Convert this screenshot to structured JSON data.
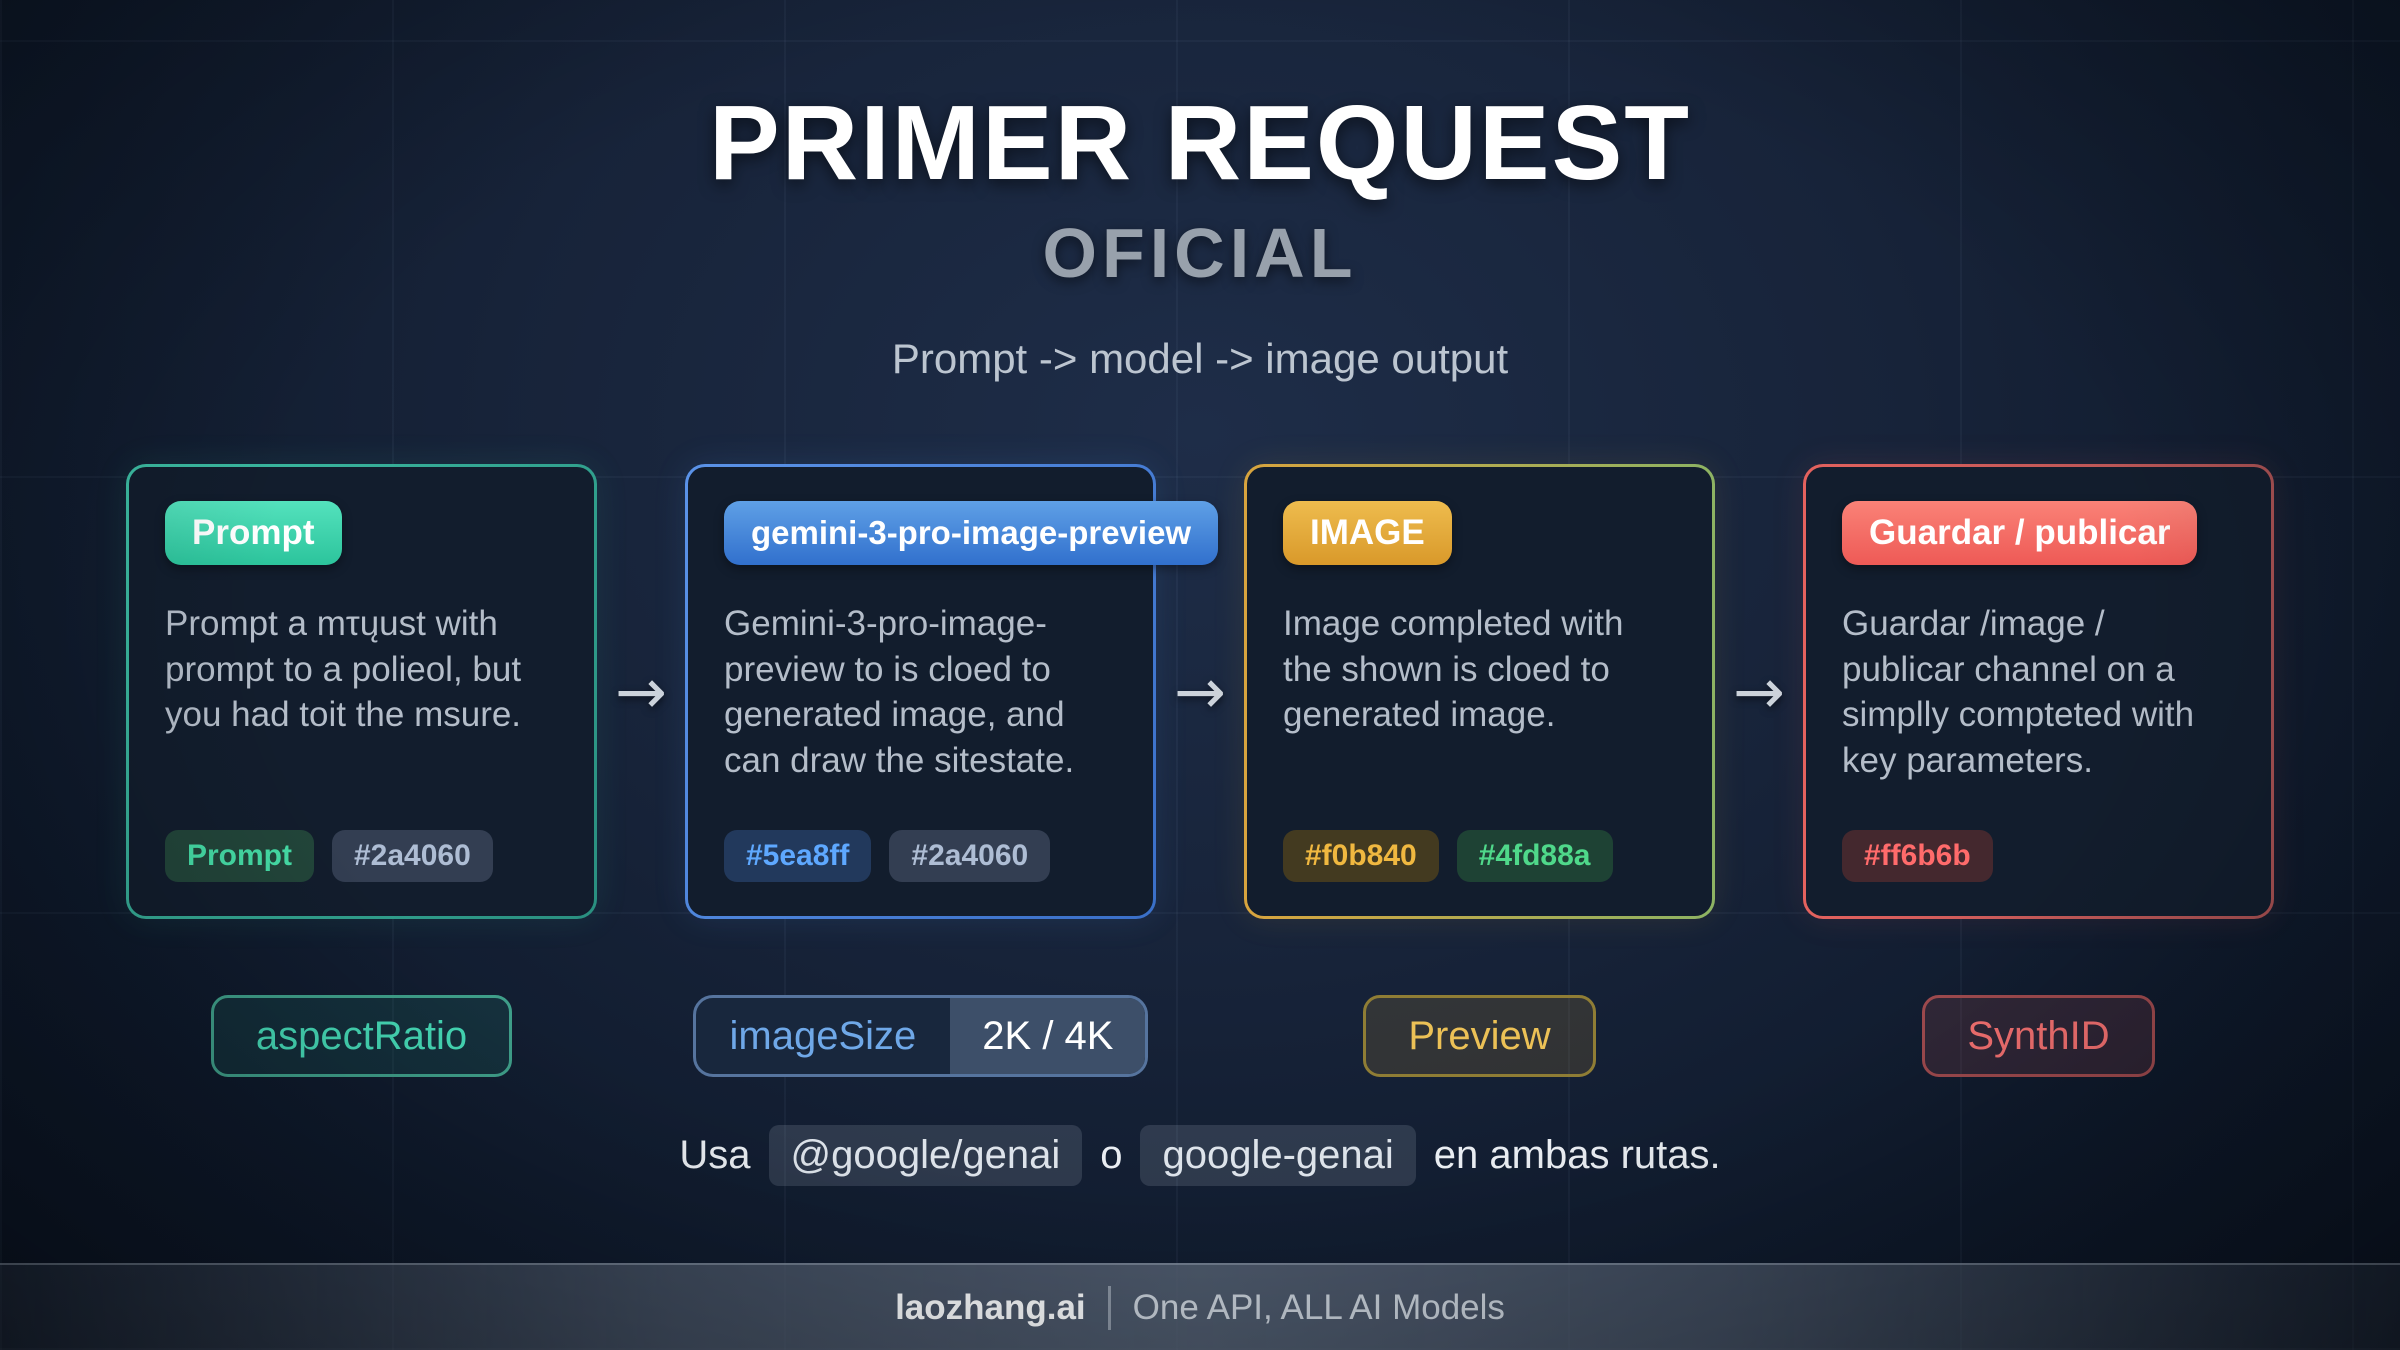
{
  "header": {
    "title": "PRIMER REQUEST",
    "subtitle": "OFICIAL",
    "flow": "Prompt -> model -> image output"
  },
  "arrow_glyph": "→",
  "cards": [
    {
      "badge": "Prompt",
      "body": "Prompt a mτųust with prompt to a polieol, but you had toit the msure.",
      "chips": [
        "Prompt",
        "#2a4060"
      ],
      "accent": "#3ddbb0"
    },
    {
      "badge": "gemini-3-pro-image-preview",
      "body": "Gemini-3-pro-image-preview to is cloed to generated image, and can draw the sitestate.",
      "chips": [
        "#5ea8ff",
        "#2a4060"
      ],
      "accent": "#5ea8ff"
    },
    {
      "badge": "IMAGE",
      "body": "Image completed with the shown is cloed to generated image.",
      "chips": [
        "#f0b840",
        "#4fd88a"
      ],
      "accent": "#f0b840"
    },
    {
      "badge": "Guardar / publicar",
      "body": "Guardar /image / publicar channel on a simplly compteted with key parameters.",
      "chips": [
        "#ff6b6b"
      ],
      "accent": "#ff6b6b"
    }
  ],
  "buttons": {
    "aspect_ratio": "aspectRatio",
    "image_size_label": "imageSize",
    "image_size_value": "2K / 4K",
    "preview": "Preview",
    "synthid": "SynthID"
  },
  "note": {
    "prefix": "Usa",
    "package_a": "@google/genai",
    "conjunction": "o",
    "package_b": "google-genai",
    "suffix": "en ambas rutas."
  },
  "footer": {
    "brand": "laozhang.ai",
    "separator": "|",
    "tagline": "One API, ALL AI Models"
  },
  "colors": {
    "teal": "#3ddbb0",
    "blue": "#5ea8ff",
    "gold": "#f0b840",
    "green": "#4fd88a",
    "red": "#ff6b6b",
    "slate": "#2a4060"
  }
}
